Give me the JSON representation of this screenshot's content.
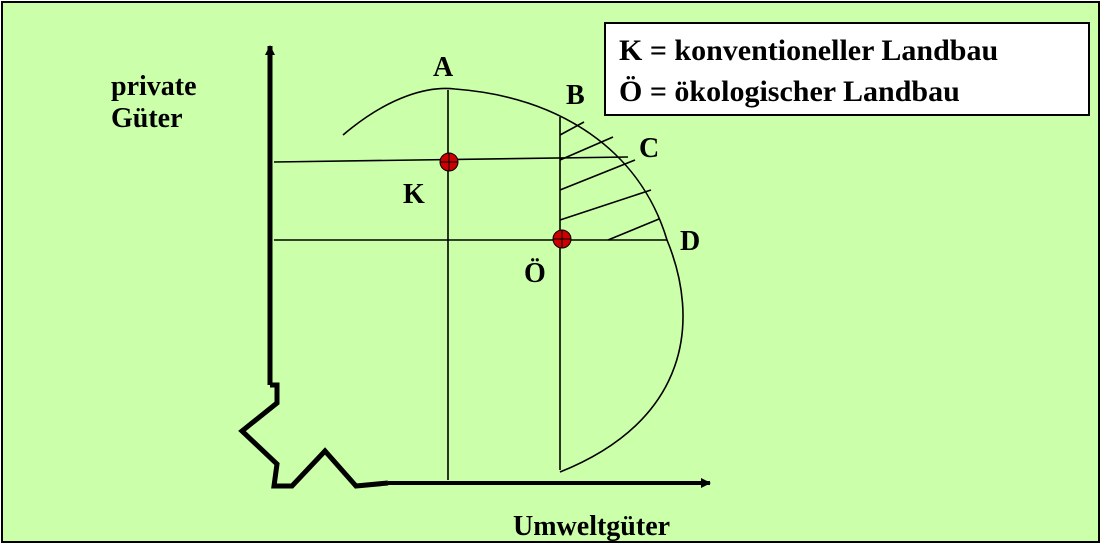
{
  "axes": {
    "y_label_line1": "private",
    "y_label_line2": "Güter",
    "x_label": "Umweltgüter"
  },
  "points": {
    "A": "A",
    "B": "B",
    "C": "C",
    "D": "D",
    "K": "K",
    "O": "Ö"
  },
  "legend": {
    "line1": "K = konventioneller Landbau",
    "line2": "Ö = ökologischer Landbau"
  },
  "colors": {
    "background": "#ccffaa",
    "ink": "#000000",
    "marker": "#cc0000"
  }
}
